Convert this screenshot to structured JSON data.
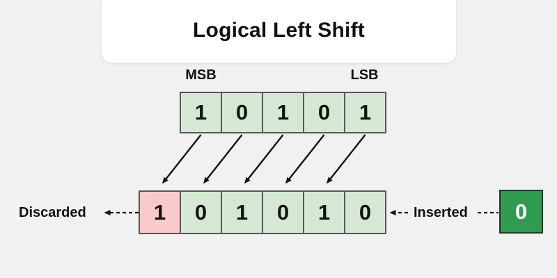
{
  "title": "Logical Left Shift",
  "top_register": {
    "msb_label": "MSB",
    "lsb_label": "LSB",
    "bits": [
      "1",
      "0",
      "1",
      "0",
      "1"
    ]
  },
  "bottom_register": {
    "bits": [
      "1",
      "0",
      "1",
      "0",
      "1",
      "0"
    ],
    "discarded_index": 0
  },
  "annotations": {
    "discarded_label": "Discarded",
    "inserted_label": "Inserted"
  },
  "inserted_bit": {
    "value": "0"
  },
  "colors": {
    "background": "#f1f1f1",
    "card": "#ffffff",
    "bit_fill": "#d5e8d3",
    "discarded_fill": "#f8caca",
    "inserted_fill": "#2e9b4e",
    "cell_border": "#585858",
    "inserted_border": "#183f24",
    "arrow": "#111111",
    "text": "#111111"
  }
}
